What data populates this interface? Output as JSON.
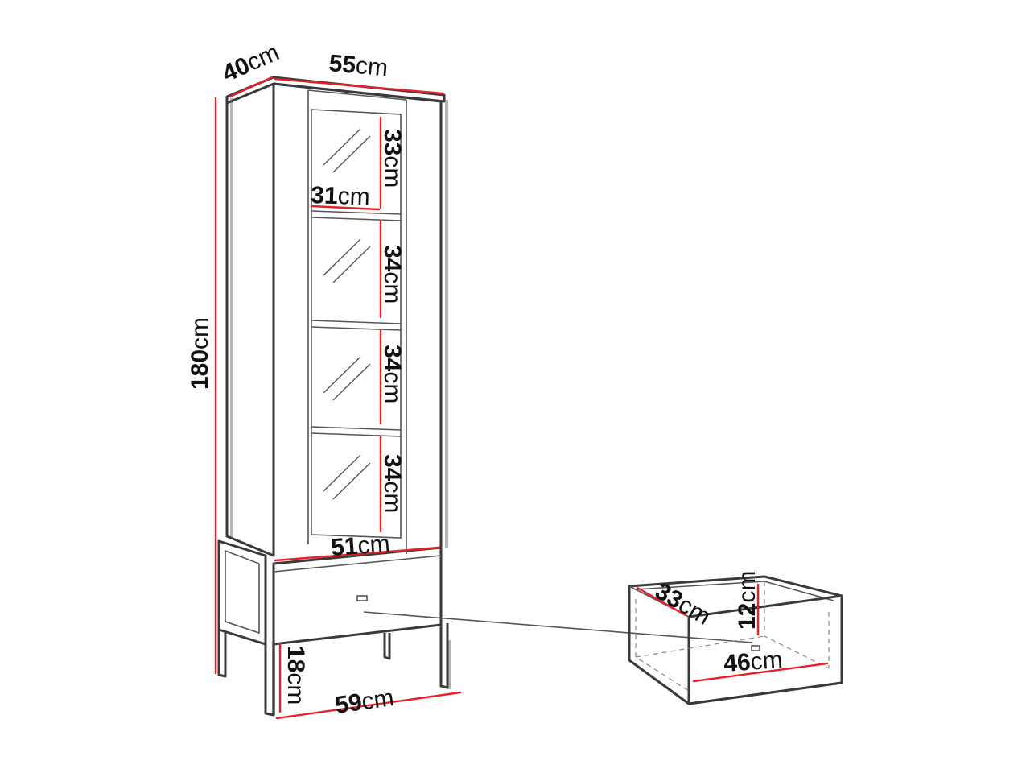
{
  "dimensions": {
    "depth_top": {
      "value": "40",
      "unit": "cm"
    },
    "width_top": {
      "value": "55",
      "unit": "cm"
    },
    "height_total": {
      "value": "180",
      "unit": "cm"
    },
    "shelf_1_height": {
      "value": "33",
      "unit": "cm"
    },
    "shelf_inner_width": {
      "value": "31",
      "unit": "cm"
    },
    "shelf_2_height": {
      "value": "34",
      "unit": "cm"
    },
    "shelf_3_height": {
      "value": "34",
      "unit": "cm"
    },
    "shelf_4_height": {
      "value": "34",
      "unit": "cm"
    },
    "inner_width_bottom": {
      "value": "51",
      "unit": "cm"
    },
    "leg_height": {
      "value": "18",
      "unit": "cm"
    },
    "base_width": {
      "value": "59",
      "unit": "cm"
    },
    "drawer_depth": {
      "value": "33",
      "unit": "cm"
    },
    "drawer_height": {
      "value": "12",
      "unit": "cm"
    },
    "drawer_width": {
      "value": "46",
      "unit": "cm"
    }
  },
  "colors": {
    "dimension_line": "#e8202a",
    "outline": "#3a3a3a",
    "text": "#111111"
  }
}
